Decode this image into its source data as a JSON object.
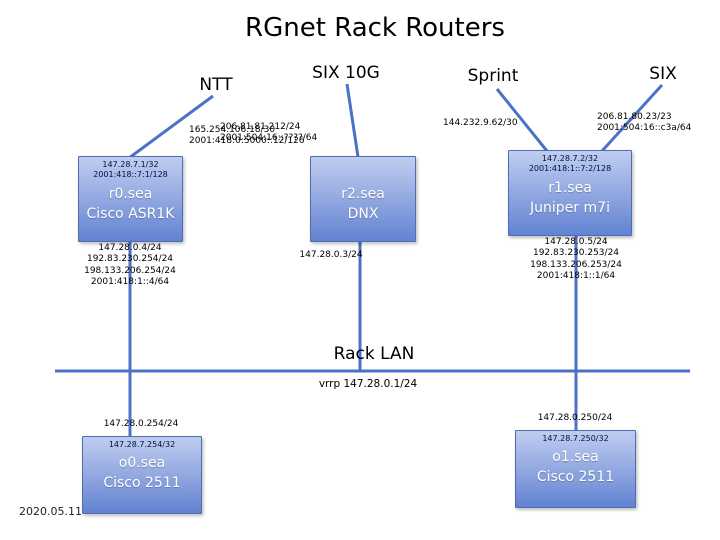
{
  "title": "RGnet Rack Routers",
  "date": "2020.05.11",
  "uplinks": {
    "ntt": {
      "name": "NTT",
      "addresses": "165.254.106.18/30\n2001:418:0:5000::12/126"
    },
    "six10g": {
      "name": "SIX 10G",
      "addresses": "206.81.81.212/24\n2001:504:16::????/64"
    },
    "sprint": {
      "name": "Sprint",
      "addresses": "144.232.9.62/30"
    },
    "six": {
      "name": "SIX",
      "addresses": "206.81.80.23/23\n2001:504:16::c3a/64"
    }
  },
  "routers": {
    "r0": {
      "name": "r0.sea",
      "model": "Cisco ASR1K",
      "loopbacks": "147.28.7.1/32\n2001:418::7:1/128",
      "lan_addresses": "147.28.0.4/24\n192.83.230.254/24\n198.133.206.254/24\n2001:418:1::4/64"
    },
    "r2": {
      "name": "r2.sea",
      "model": "DNX",
      "lan_addresses": "147.28.0.3/24"
    },
    "r1": {
      "name": "r1.sea",
      "model": "Juniper m7i",
      "loopbacks": "147.28.7.2/32\n2001:418:1::7:2/128",
      "lan_addresses": "147.28.0.5/24\n192.83.230.253/24\n198.133.206.253/24\n2001:418:1::1/64"
    }
  },
  "rack_lan": {
    "label": "Rack LAN",
    "vrrp": "vrrp 147.28.0.1/24"
  },
  "consoles": {
    "o0": {
      "name": "o0.sea",
      "model": "Cisco 2511",
      "lan_address": "147.28.0.254/24",
      "loopback": "147.28.7.254/32"
    },
    "o1": {
      "name": "o1.sea",
      "model": "Cisco 2511",
      "lan_address": "147.28.0.250/24",
      "loopback": "147.28.7.250/32"
    }
  }
}
